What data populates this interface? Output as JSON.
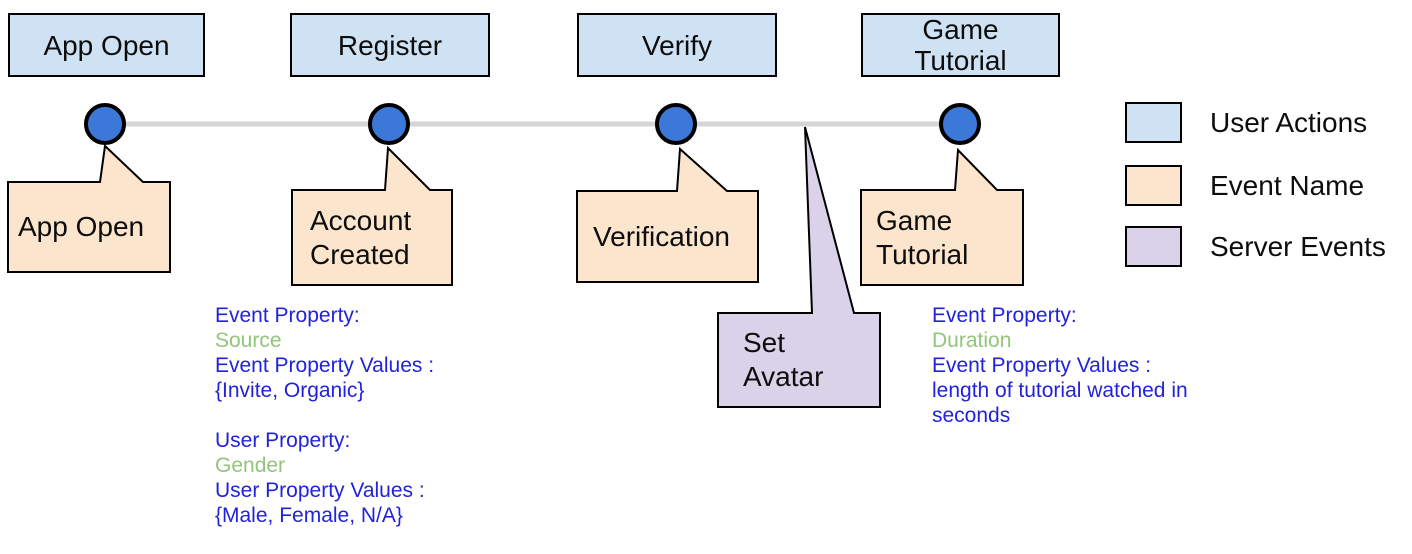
{
  "colors": {
    "user_actions": "#cfe2f3",
    "event_name": "#fce5cd",
    "server_events": "#d9d2e9",
    "marker_blue": "#3c78d8",
    "timeline_gray": "#d5d5d5",
    "outline": "#000000",
    "label_text": "#0d0d0d",
    "blue_text": "#2222dd",
    "green_text": "#93c47d"
  },
  "steps": [
    {
      "action_label": "App Open",
      "event_label": "App Open"
    },
    {
      "action_label": "Register",
      "event_label": "Account\nCreated"
    },
    {
      "action_label": "Verify",
      "event_label": "Verification"
    },
    {
      "action_label": "Game\nTutorial",
      "event_label": "Game\nTutorial"
    }
  ],
  "server_event": {
    "label": "Set\nAvatar"
  },
  "legend": {
    "items": [
      {
        "label": "User Actions"
      },
      {
        "label": "Event Name"
      },
      {
        "label": "Server Events"
      }
    ]
  },
  "annotations": {
    "register": {
      "lines": [
        {
          "text": "Event Property:",
          "color": "blue"
        },
        {
          "text": "Source",
          "color": "green"
        },
        {
          "text": "Event Property Values :",
          "color": "blue"
        },
        {
          "text": "{Invite, Organic}",
          "color": "blue"
        },
        {
          "text": "",
          "color": "blue"
        },
        {
          "text": "User Property:",
          "color": "blue"
        },
        {
          "text": "Gender",
          "color": "green"
        },
        {
          "text": "User Property Values :",
          "color": "blue"
        },
        {
          "text": "{Male, Female, N/A}",
          "color": "blue"
        }
      ]
    },
    "game_tutorial": {
      "lines": [
        {
          "text": "Event Property:",
          "color": "blue"
        },
        {
          "text": "Duration",
          "color": "green"
        },
        {
          "text": "Event Property Values :",
          "color": "blue"
        },
        {
          "text": "length of tutorial watched in",
          "color": "blue"
        },
        {
          "text": "seconds",
          "color": "blue"
        }
      ]
    }
  }
}
